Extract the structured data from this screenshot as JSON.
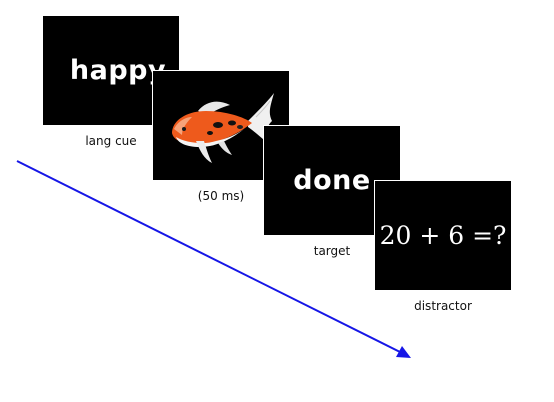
{
  "colors": {
    "arrow": "#1616e6",
    "panel_bg": "#000000",
    "panel_text": "#ffffff"
  },
  "frames": [
    {
      "content": "happy",
      "caption": "lang cue"
    },
    {
      "content": "fish-image",
      "caption": "(50 ms)"
    },
    {
      "content": "done",
      "caption": "target"
    },
    {
      "content": "20 + 6 =?",
      "caption": "distractor"
    }
  ]
}
